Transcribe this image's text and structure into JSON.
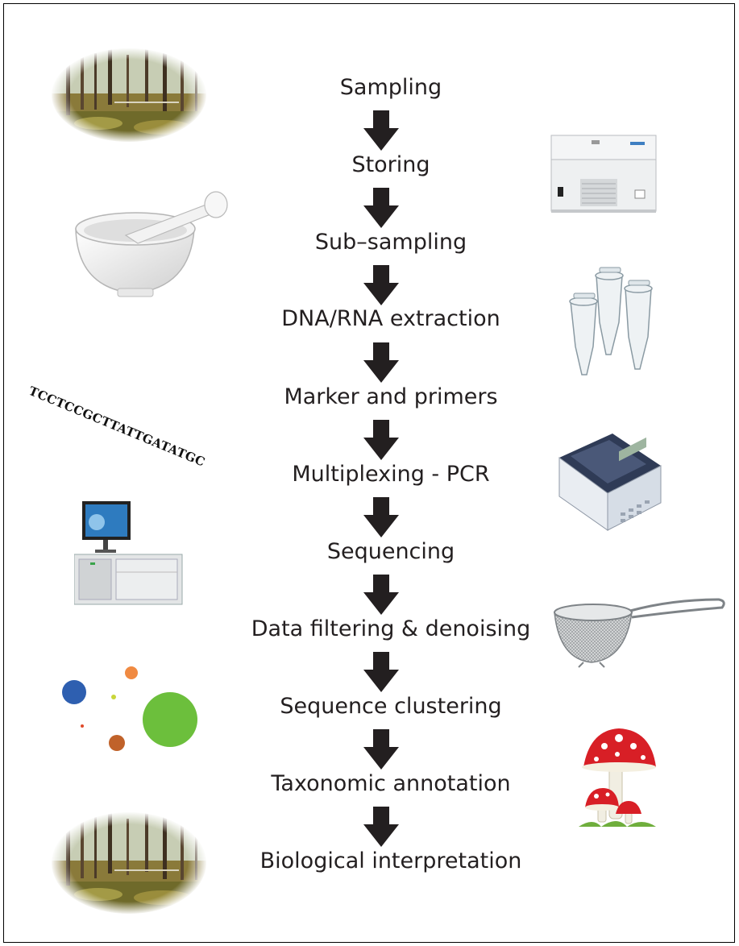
{
  "steps": [
    "Sampling",
    "Storing",
    "Sub–sampling",
    "DNA/RNA extraction",
    "Marker and primers",
    "Multiplexing - PCR",
    "Sequencing",
    "Data filtering & denoising",
    "Sequence clustering",
    "Taxonomic annotation",
    "Biological interpretation"
  ],
  "dna_sequence": "TCCTCCGCTTATTGATATGC",
  "illustrations": {
    "left": [
      "forest-photo",
      "mortar-and-pestle",
      "dna-sequence",
      "sequencer-machine",
      "colored-circles",
      "forest-photo"
    ],
    "right": [
      "chest-freezer",
      "microcentrifuge-tubes",
      "pcr-thermocycler",
      "kitchen-sieve",
      "amanita-mushrooms"
    ]
  },
  "colors": {
    "text": "#231f20",
    "arrow": "#231f20",
    "circle_blue": "#2e5fb0",
    "circle_green": "#6cbf3c",
    "circle_orange": "#f08a42",
    "circle_brown": "#c0622a",
    "mushroom_red": "#d81f26"
  }
}
